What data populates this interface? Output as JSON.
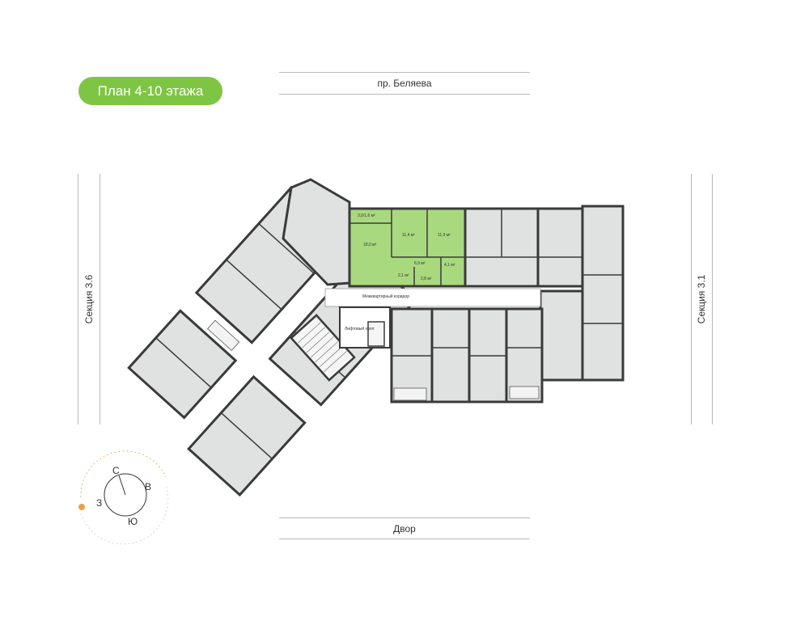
{
  "plan_title": "План 4-10 этажа",
  "streets": {
    "top": "пр. Беляева",
    "bottom": "Двор"
  },
  "sections": {
    "left": "Секция 3.6",
    "right": "Секция 3.1"
  },
  "highlighted_apartment": {
    "rooms": [
      "3,0/1,6 м²",
      "18,0 м²",
      "11,4 м²",
      "11,9 м²",
      "6,9 м²",
      "4,1 м²",
      "2,1 м²",
      "2,8 м²"
    ]
  },
  "common_areas": {
    "corridor": "Межквартирный коридор",
    "lift_hall": "Лифтовый холл"
  },
  "compass": {
    "north": "С",
    "east": "В",
    "south": "Ю",
    "west": "З"
  },
  "colors": {
    "accent": "#7fc544",
    "highlight": "#a9d97f",
    "apartment": "#dfe2e0",
    "wall": "#3a3a3a"
  }
}
